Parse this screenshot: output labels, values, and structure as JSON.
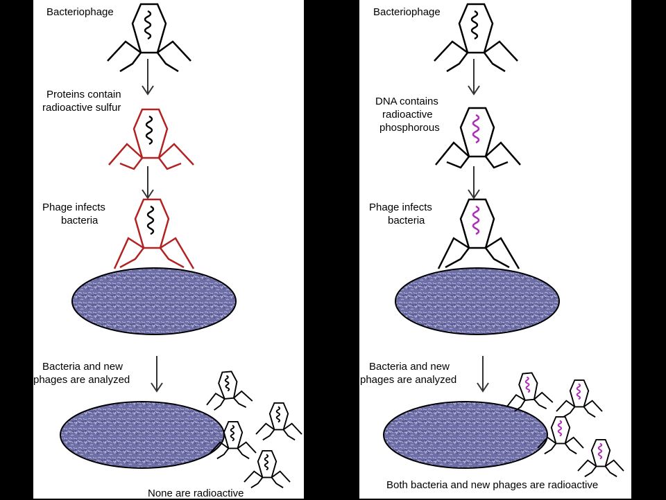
{
  "left_panel": {
    "step1_label": "Bacteriophage",
    "step2_label_line1": "Proteins contain",
    "step2_label_line2": "radioactive sulfur",
    "step3_label_line1": "Phage infects",
    "step3_label_line2": "bacteria",
    "step4_label_line1": "Bacteria and new",
    "step4_label_line2": "phages are analyzed",
    "result_label": "None are radioactive"
  },
  "right_panel": {
    "step1_label": "Bacteriophage",
    "step2_label_line1": "DNA contains",
    "step2_label_line2": "radioactive",
    "step2_label_line3": "phosphorous",
    "step3_label_line1": "Phage infects",
    "step3_label_line2": "bacteria",
    "step4_label_line1": "Bacteria and new",
    "step4_label_line2": "phages are analyzed",
    "result_label": "Both bacteria and new phages are radioactive"
  },
  "colors": {
    "background": "#000000",
    "panel": "#ffffff",
    "phage_normal": "#000000",
    "protein_radioactive": "#b22222",
    "dna_radioactive": "#b02cb8",
    "bacterium_fill": "#6f6fa8",
    "bacterium_stroke": "#000000",
    "arrow": "#333333"
  },
  "icons": {
    "phage": "bacteriophage-icon",
    "bacterium": "bacterium-cell-icon",
    "arrow": "arrow-down-icon"
  }
}
